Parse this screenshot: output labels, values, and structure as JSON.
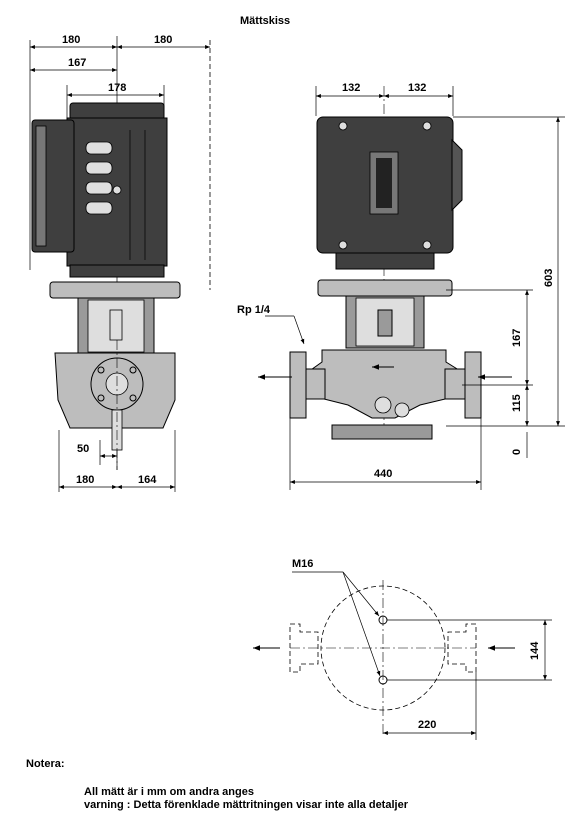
{
  "title": "Mättskiss",
  "side_view": {
    "dims": {
      "top_left": "180",
      "top_right": "180",
      "flange_offset": "167",
      "motor_width": "178",
      "outlet_offset": "50",
      "bottom_left": "180",
      "bottom_right": "164"
    }
  },
  "front_view": {
    "dims": {
      "top_left": "132",
      "top_right": "132",
      "total_height": "603",
      "upper_height": "167",
      "lower_height": "115",
      "base_zero": "0",
      "length": "440"
    },
    "port_label": "Rp 1/4"
  },
  "base_view": {
    "bolt_label": "M16",
    "dims": {
      "vertical": "144",
      "horizontal": "220"
    }
  },
  "notes": {
    "heading": "Notera:",
    "line1": "All mätt är i mm om andra anges",
    "line2": "varning : Detta förenklade mättritningen visar inte alla detaljer"
  }
}
